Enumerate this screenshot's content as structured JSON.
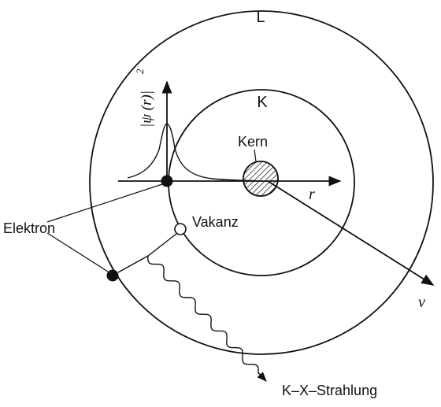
{
  "diagram": {
    "shells": [
      {
        "id": "L",
        "label": "L"
      },
      {
        "id": "K",
        "label": "K"
      }
    ],
    "nucleus_label": "Kern",
    "electron_label": "Elektron",
    "vacancy_label": "Vakanz",
    "radiation_label": "K–X–Strahlung",
    "axis_r_label": "r",
    "axis_nu_label": "ν",
    "psi_label_main": "|ψ (r)|",
    "psi_label_exp": "2",
    "colors": {
      "ink": "#111111",
      "background": "#ffffff"
    }
  }
}
